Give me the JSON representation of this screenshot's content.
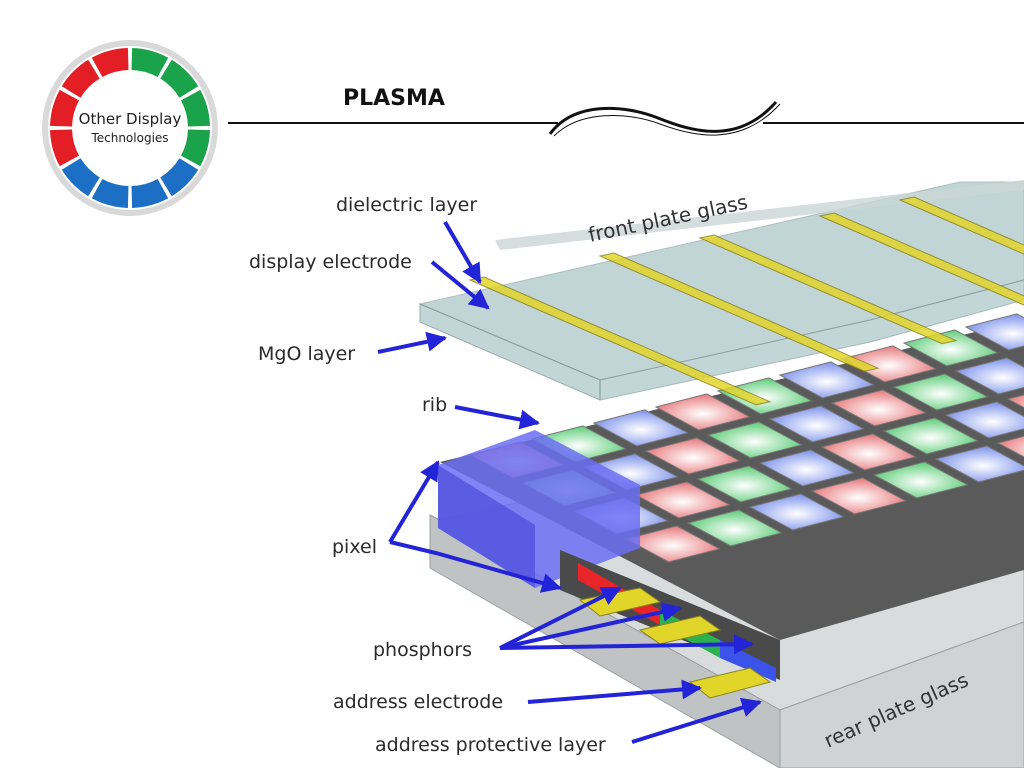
{
  "logo": {
    "line1": "Other Display",
    "line2": "Technologies",
    "ring_colors": [
      "#e31e24",
      "#1aa34a",
      "#1c6fc4"
    ]
  },
  "title": "PLASMA",
  "diagram": {
    "labels": {
      "dielectric": "dielectric layer",
      "display_electrode": "display electrode",
      "mgo": "MgO layer",
      "rib": "rib",
      "pixel": "pixel",
      "phosphors": "phosphors",
      "address_electrode": "address electrode",
      "address_protective": "address protective layer",
      "front_glass": "front plate glass",
      "rear_glass": "rear plate glass"
    },
    "colors": {
      "arrow": "#2323d8",
      "electrode": "#e2d52a",
      "red": "#e8262a",
      "green": "#2bb24c",
      "blue": "#3b53e8"
    }
  }
}
